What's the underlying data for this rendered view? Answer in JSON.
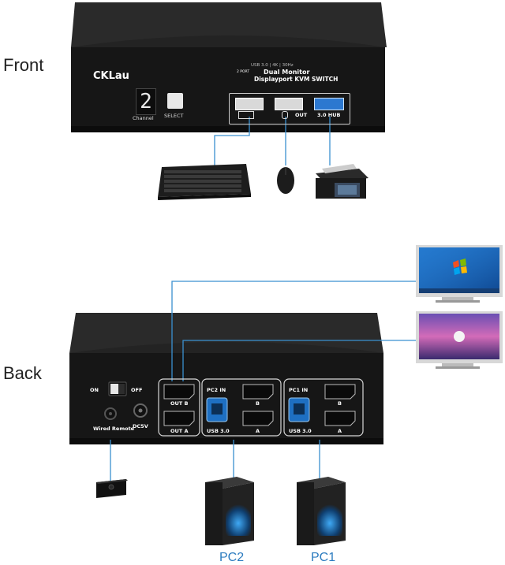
{
  "sections": {
    "front": "Front",
    "back": "Back"
  },
  "front_panel": {
    "brand": "CKLau",
    "channel_digit": "2",
    "channel_label": "Channel",
    "select_label": "SELECT",
    "spec_badges": "USB 3.0 | 4K | 30Hz",
    "product_line1": "Dual Monitor",
    "product_line2": "Displayport KVM SWITCH",
    "product_prefix": "2 PORT",
    "usb_out_label": "OUT",
    "usb_hub_label": "3.0 HUB"
  },
  "back_panel": {
    "on_label": "ON",
    "off_label": "OFF",
    "wired_remote_label": "Wired Remote",
    "dc_label": "DC5V",
    "out_b": "OUT B",
    "out_a": "OUT A",
    "pc2_in": "PC2 IN",
    "pc1_in": "PC1 IN",
    "usb30_label": "USB 3.0",
    "port_b": "B",
    "port_a": "A"
  },
  "pcs": {
    "pc2": "PC2",
    "pc1": "PC1"
  },
  "colors": {
    "connector": "#3a90d0",
    "device_body": "#1a1a1a",
    "pc_label": "#2b7bbf"
  },
  "icons": [
    "keyboard-icon",
    "mouse-icon",
    "printer-icon",
    "windows-monitor-icon",
    "mac-monitor-icon",
    "wired-remote-icon",
    "pc-tower-icon"
  ]
}
